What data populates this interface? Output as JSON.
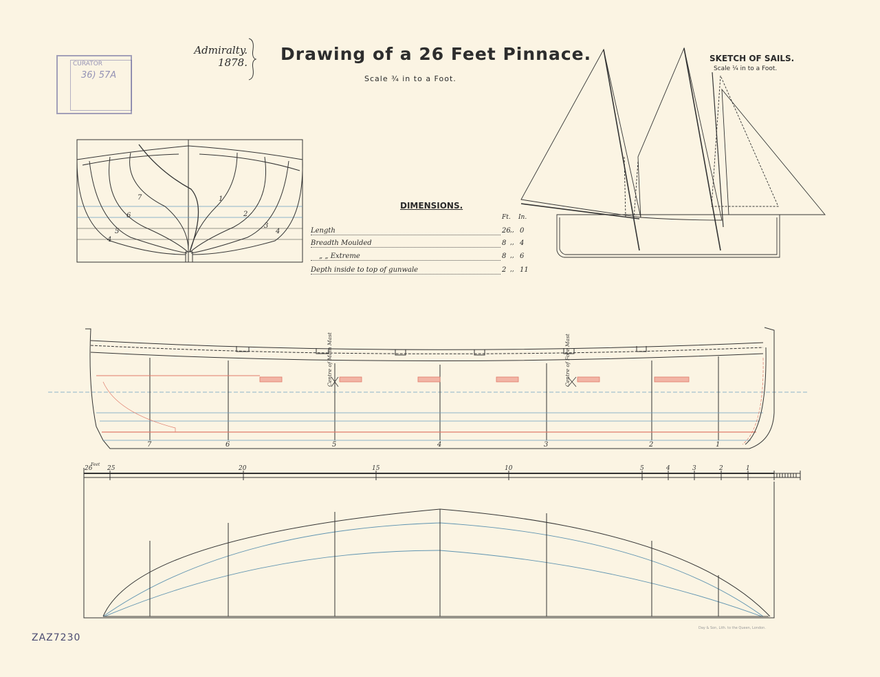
{
  "title": "Drawing of a 26 Feet Pinnace.",
  "scale": "Scale ¾ in to a Foot.",
  "admiralty": {
    "line1": "Admiralty.",
    "line2": "1878."
  },
  "stamp": {
    "line1": "CURATOR",
    "line2": "36) 57A"
  },
  "sails": {
    "title": "SKETCH OF SAILS.",
    "scale": "Scale ¼ in to a Foot."
  },
  "dimensions": {
    "title": "DIMENSIONS.",
    "col_ft": "Ft.",
    "col_in": "In.",
    "rows": [
      {
        "label": "Length",
        "ft": "26",
        "sep": ",,",
        "in": "0"
      },
      {
        "label": "Breadth Moulded",
        "ft": "8",
        "sep": ",,",
        "in": "4"
      },
      {
        "label": "„  „  Extreme",
        "ft": "8",
        "sep": ",,",
        "in": "6"
      },
      {
        "label": "Depth inside to top of gunwale",
        "ft": "2",
        "sep": ",,",
        "in": "11"
      }
    ]
  },
  "body_plan": {
    "left_labels": [
      "7",
      "6",
      "5",
      "4"
    ],
    "right_labels": [
      "1",
      "2",
      "3",
      "4"
    ]
  },
  "profile": {
    "station_labels": [
      "7",
      "6",
      "5",
      "4",
      "3",
      "2",
      "1"
    ],
    "mast_labels": [
      "Centre of Main Mast",
      "Centre of Fore Mast"
    ]
  },
  "scale_bar": {
    "unit": "Feet",
    "labels": [
      "26",
      "25",
      "20",
      "15",
      "10",
      "5",
      "4",
      "3",
      "2",
      "1"
    ]
  },
  "reference": "ZAZ7230",
  "printer": "Day & Son, Lith. to the Queen, London.",
  "colors": {
    "paper": "#fbf4e3",
    "ink": "#2a2a2a",
    "red_line": "#e07a6a",
    "blue_line": "#5e93b0"
  }
}
